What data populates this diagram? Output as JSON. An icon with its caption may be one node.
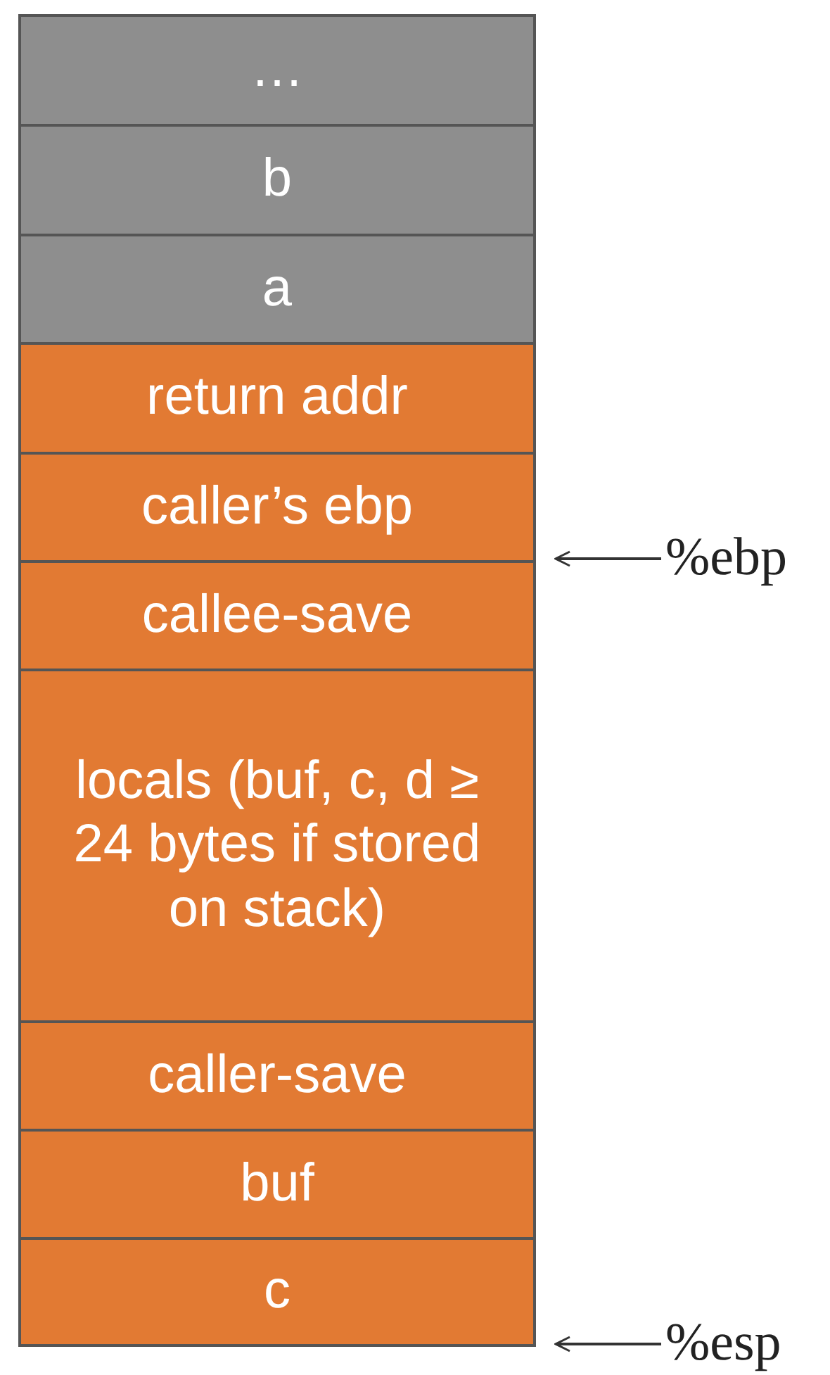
{
  "diagram": {
    "nodes": [
      {
        "text": [
          "…"
        ]
      },
      {
        "text": [
          "b"
        ]
      },
      {
        "text": [
          "a"
        ]
      },
      {
        "text": [
          "return addr"
        ]
      },
      {
        "text": [
          "caller’s ebp"
        ]
      },
      {
        "text": [
          "callee-save"
        ]
      },
      {
        "text": [
          "locals (buf, c, d ≥ 24 bytes if stored on stack)"
        ]
      },
      {
        "text": [
          "caller-save"
        ]
      },
      {
        "text": [
          "buf"
        ]
      },
      {
        "text": [
          "c"
        ]
      },
      {
        "text": [
          "%ebp"
        ]
      },
      {
        "text": [
          "%esp"
        ]
      }
    ],
    "edges": [
      {
        "from": 10,
        "to": 4,
        "arrow": "to"
      },
      {
        "from": 11,
        "to": 9,
        "arrow": "to"
      }
    ]
  }
}
